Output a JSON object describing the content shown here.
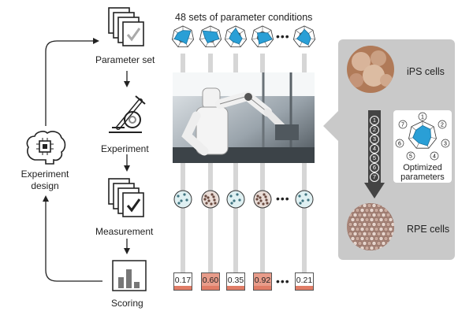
{
  "workflow": {
    "top_caption": "48 sets of parameter conditions",
    "steps": [
      {
        "label": "Parameter set",
        "icon": "stacked-papers-check-icon"
      },
      {
        "label": "Experiment",
        "icon": "microscope-icon"
      },
      {
        "label": "Measurement",
        "icon": "stacked-papers-check-icon"
      },
      {
        "label": "Scoring",
        "icon": "bar-chart-icon"
      }
    ],
    "design_label": [
      "Experiment",
      "design"
    ],
    "design_icon": "brain-chip-icon",
    "ellipsis": "•••"
  },
  "scores": [
    {
      "value": "0.17",
      "highlight": false
    },
    {
      "value": "0.60",
      "highlight": true
    },
    {
      "value": "0.35",
      "highlight": false
    },
    {
      "value": "0.92",
      "highlight": true
    },
    {
      "value": "0.21",
      "highlight": false
    }
  ],
  "dishes": [
    {
      "kind": "light"
    },
    {
      "kind": "dark"
    },
    {
      "kind": "light"
    },
    {
      "kind": "dark"
    },
    {
      "kind": "light"
    }
  ],
  "side_panel": {
    "top_cell_label": "iPS cells",
    "bottom_cell_label": "RPE cells",
    "steps": [
      "1",
      "2",
      "3",
      "4",
      "5",
      "6",
      "7"
    ],
    "optimized_label": [
      "Optimized",
      "parameters"
    ],
    "radar_numbers": [
      "1",
      "2",
      "3",
      "4",
      "5",
      "6",
      "7"
    ]
  },
  "colors": {
    "radar_fill": "#2a9fd6",
    "score_highlight": "#e89c8a",
    "score_bar": "#e07c66",
    "panel_bg": "#c9c9c9"
  }
}
